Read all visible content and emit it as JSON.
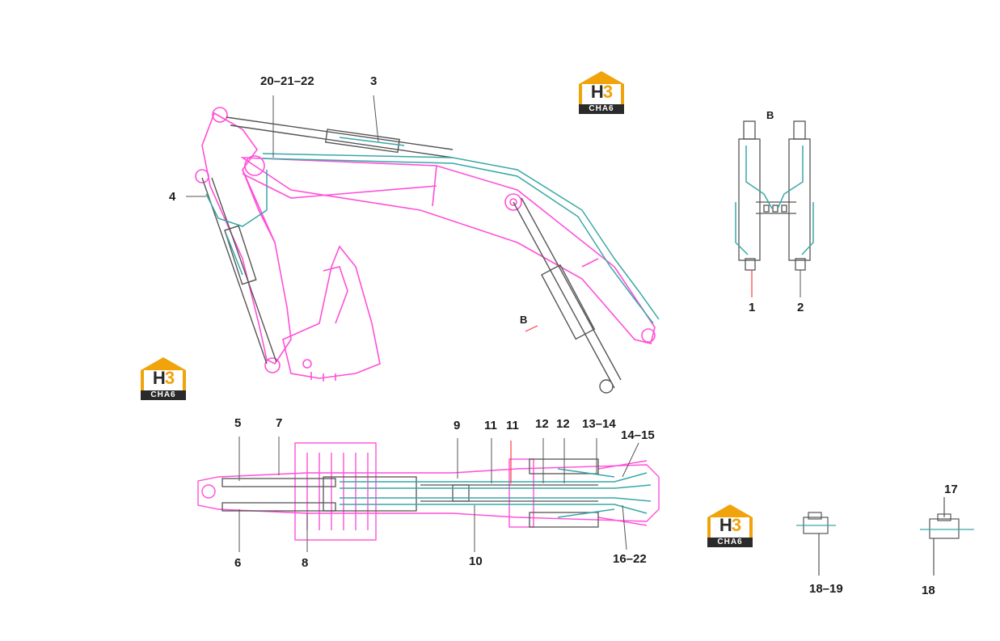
{
  "labels": {
    "l_20_21_22": "20–21–22",
    "l_3": "3",
    "l_4": "4",
    "l_b_top": "B",
    "l_b_side": "B",
    "l_1": "1",
    "l_2": "2",
    "l_5": "5",
    "l_6": "6",
    "l_7": "7",
    "l_8": "8",
    "l_9": "9",
    "l_10": "10",
    "l_11a": "11",
    "l_11b": "11",
    "l_12a": "12",
    "l_12b": "12",
    "l_13_14": "13–14",
    "l_14_15": "14–15",
    "l_16_22": "16–22",
    "l_17": "17",
    "l_18": "18",
    "l_18_19": "18–19"
  },
  "logo": {
    "brand_h": "H",
    "brand_3": "3",
    "subtitle": "CHA6",
    "roof_color": "#f0a30a",
    "text_color": "#2a2a2a"
  },
  "colors": {
    "structure": "#ff4fd8",
    "hydraulic": "#3aa7a7",
    "outline": "#555555",
    "leader_red": "#ff3b3b"
  }
}
